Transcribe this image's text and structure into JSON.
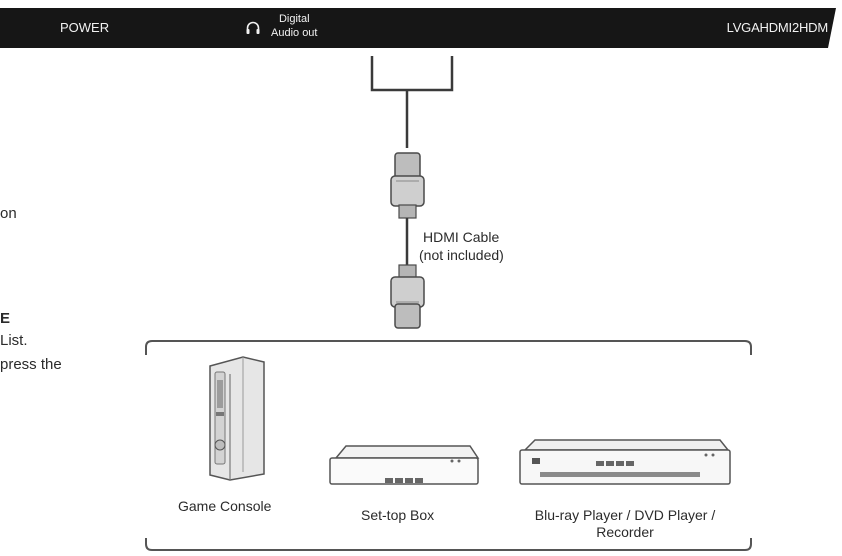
{
  "panel": {
    "power_label": "POWER",
    "audio_label_line1": "Digital",
    "audio_label_line2": "Audio out",
    "right_ports_label": "LVGAHDMI2HDM",
    "audio_icon": "headphone-icon"
  },
  "side_text": {
    "line1": "on",
    "line2": "E",
    "line3": "List.",
    "line4": "press  the"
  },
  "cable": {
    "name": "HDMI Cable",
    "note": "(not included)"
  },
  "devices": [
    {
      "label": "Game Console",
      "icon": "game-console-icon"
    },
    {
      "label": "Set-top Box",
      "icon": "set-top-box-icon"
    },
    {
      "label_line1": "Blu-ray Player / DVD Player /",
      "label_line2": "Recorder",
      "icon": "bluray-player-icon"
    }
  ],
  "colors": {
    "panel_bg": "#161616",
    "panel_text": "#f2f2f2",
    "line": "#3a3a3a",
    "text": "#2b2b2b"
  }
}
